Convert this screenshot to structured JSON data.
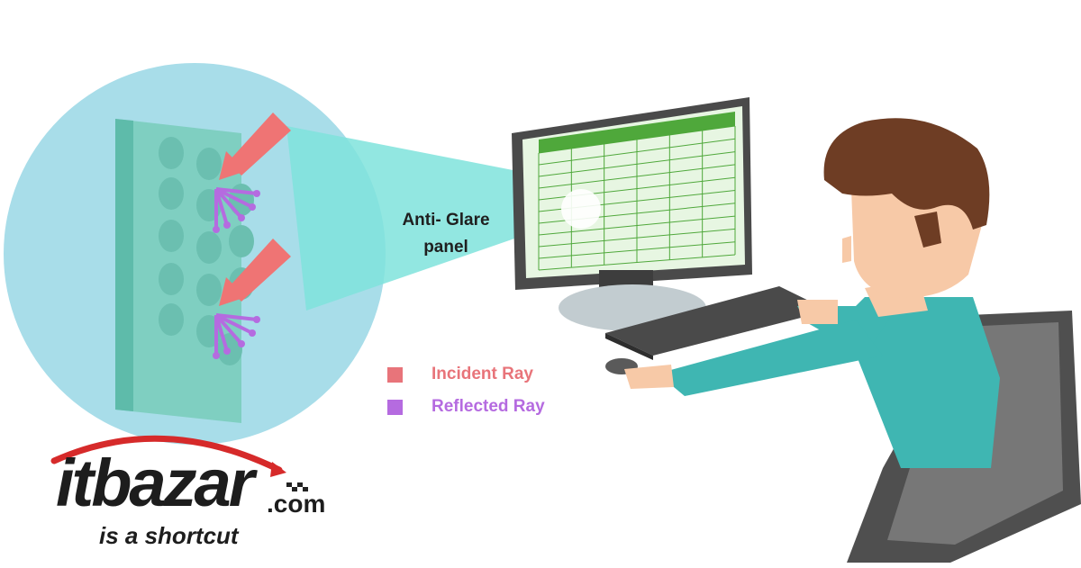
{
  "panel_label": {
    "line1": "Anti- Glare",
    "line2": "panel"
  },
  "legend": [
    {
      "label": "Incident Ray",
      "color": "#e8747a"
    },
    {
      "label": "Reflected Ray",
      "color": "#b56be0"
    }
  ],
  "logo": {
    "main": "itbazar",
    "domain": ".com",
    "tagline": "is a shortcut",
    "accent": "#d62a2a"
  },
  "colors": {
    "zoom_circle": "#a8dde9",
    "beam": "#7fe3dc",
    "panel_glass": "#7fcfc1",
    "incident_arrow": "#ef7474",
    "reflected_arrow": "#b56be0",
    "spreadsheet_header": "#4fa83b",
    "shirt": "#3fb6b2",
    "hair": "#6e3d24",
    "skin": "#f7c9a7"
  },
  "spreadsheet": {
    "rows": 10,
    "cols": 6
  },
  "icons": [
    "incident-arrow-icon",
    "reflected-arrow-icon",
    "checkered-flag-icon"
  ]
}
